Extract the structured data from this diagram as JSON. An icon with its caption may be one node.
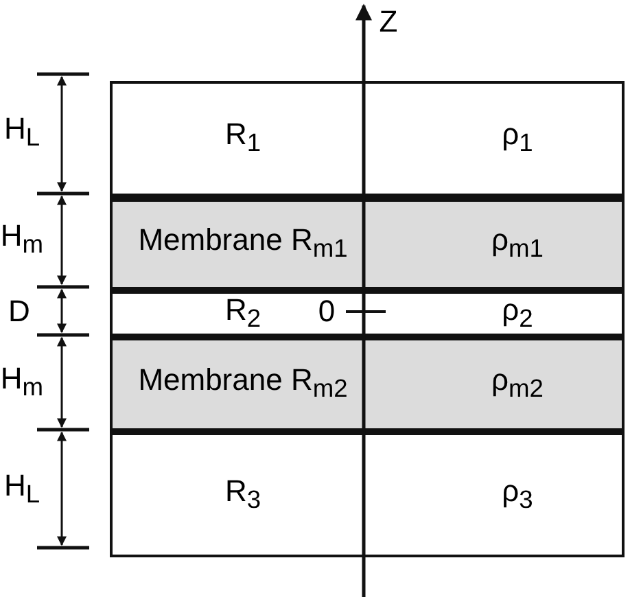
{
  "diagram": {
    "nodes": [
      {
        "text": [
          "R$_{1}$",
          "ρ$_{1}$"
        ]
      },
      {
        "text": [
          "Membrane R$_{m1}$",
          "ρ$_{m1}$"
        ]
      },
      {
        "text": [
          "R$_{2}$",
          "ρ$_{2}$"
        ]
      },
      {
        "text": [
          "Membrane R$_{m2}$",
          "ρ$_{m2}$"
        ]
      },
      {
        "text": [
          "R$_{3}$",
          "ρ$_{3}$"
        ]
      }
    ],
    "labels": [
      "Z",
      "H$_{L}$",
      "H$_{m}$",
      "D",
      "0",
      "H$_{m}$",
      "H$_{L}$"
    ]
  }
}
